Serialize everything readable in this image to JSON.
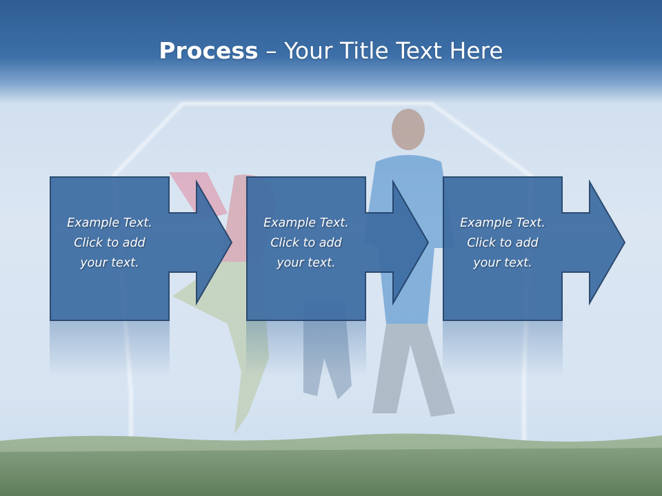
{
  "slide": {
    "title_bold": "Process",
    "title_rest": " – Your Title Text Here"
  },
  "steps": [
    {
      "line1": "Example Text.",
      "line2": "Click  to add",
      "line3": "your text."
    },
    {
      "line1": "Example Text.",
      "line2": "Click  to add",
      "line3": "your text."
    },
    {
      "line1": "Example Text.",
      "line2": "Click  to add",
      "line3": "your text."
    }
  ],
  "colors": {
    "title_band": "#3d6fa8",
    "box_fill": "#3e6da3",
    "box_border": "#1f3f66",
    "text": "#ffffff"
  }
}
